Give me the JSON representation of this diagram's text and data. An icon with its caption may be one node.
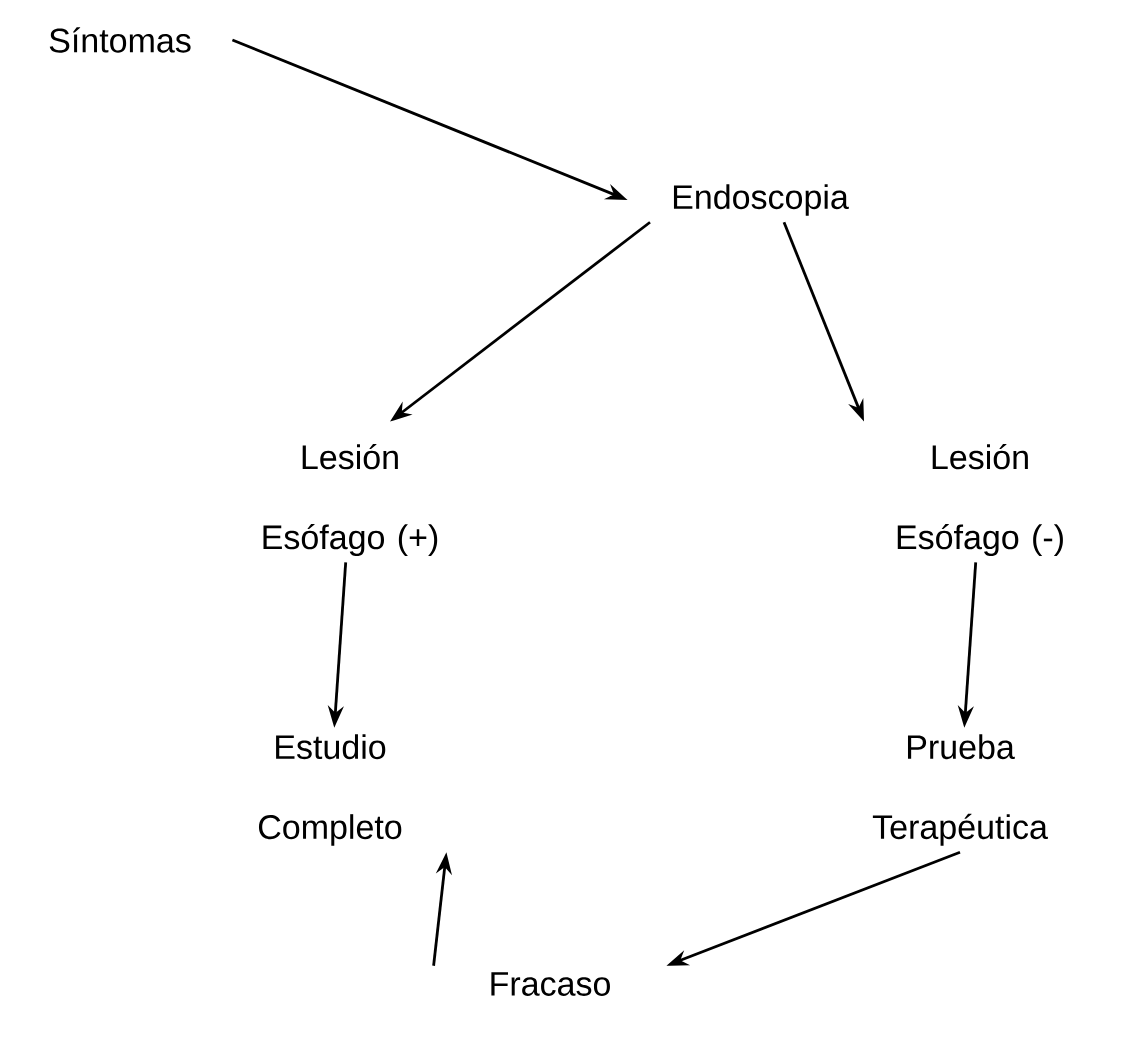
{
  "diagram": {
    "nodes": [
      {
        "text": [
          "Síntomas"
        ]
      },
      {
        "text": [
          "Endoscopia"
        ]
      },
      {
        "text": [
          "Lesión Esófago (+)"
        ]
      },
      {
        "text": [
          "Lesión Esófago (-)"
        ]
      },
      {
        "text": [
          "Estudio Completo"
        ]
      },
      {
        "text": [
          "Prueba Terapéutica"
        ]
      },
      {
        "text": [
          "Fracaso"
        ]
      }
    ],
    "edges": [
      {
        "from": 0,
        "to": 1,
        "arrow": "to"
      },
      {
        "from": 1,
        "to": 2,
        "arrow": "to"
      },
      {
        "from": 1,
        "to": 3,
        "arrow": "to"
      },
      {
        "from": 2,
        "to": 4,
        "arrow": "to"
      },
      {
        "from": 3,
        "to": 5,
        "arrow": "to"
      },
      {
        "from": 5,
        "to": 6,
        "arrow": "to"
      },
      {
        "from": 6,
        "to": 4,
        "arrow": "to"
      }
    ]
  }
}
